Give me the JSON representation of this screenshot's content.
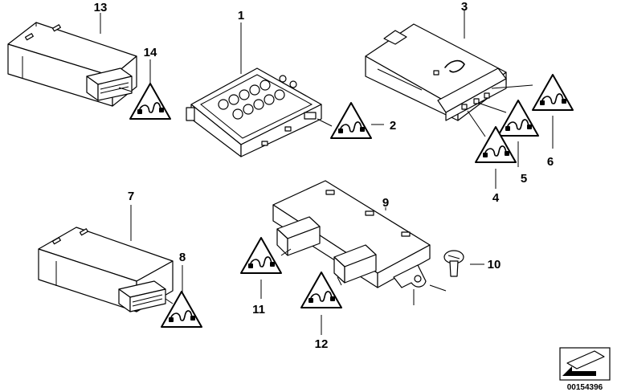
{
  "diagram": {
    "callouts": [
      "13",
      "14",
      "1",
      "2",
      "3",
      "4",
      "5",
      "6",
      "7",
      "8",
      "9",
      "10",
      "11",
      "12"
    ],
    "reference_number": "00154396"
  }
}
